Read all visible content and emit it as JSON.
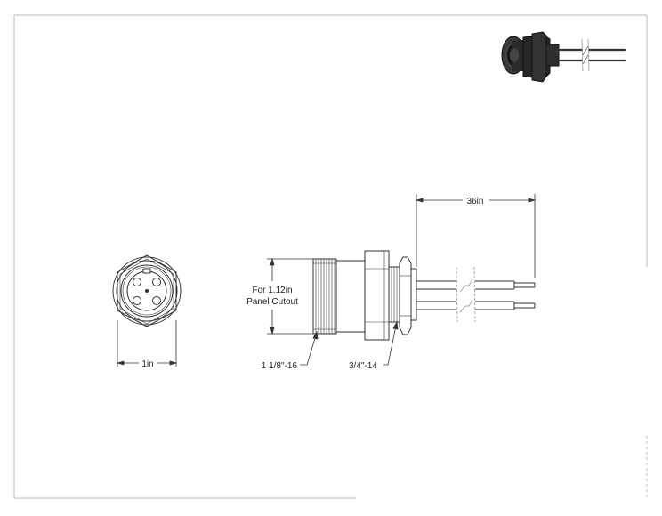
{
  "dimensions": {
    "hex_width": "1in",
    "cable_length": "36in",
    "panel_cutout_line1": "For 1.12in",
    "panel_cutout_line2": "Panel Cutout",
    "front_thread": "1 1/8\"-16",
    "rear_thread": "3/4\"-14"
  },
  "colors": {
    "line": "#333333",
    "frame": "#bbbbbb",
    "preview_body": "#2a2a2a"
  },
  "icons": {
    "preview": "connector-isometric-icon"
  }
}
